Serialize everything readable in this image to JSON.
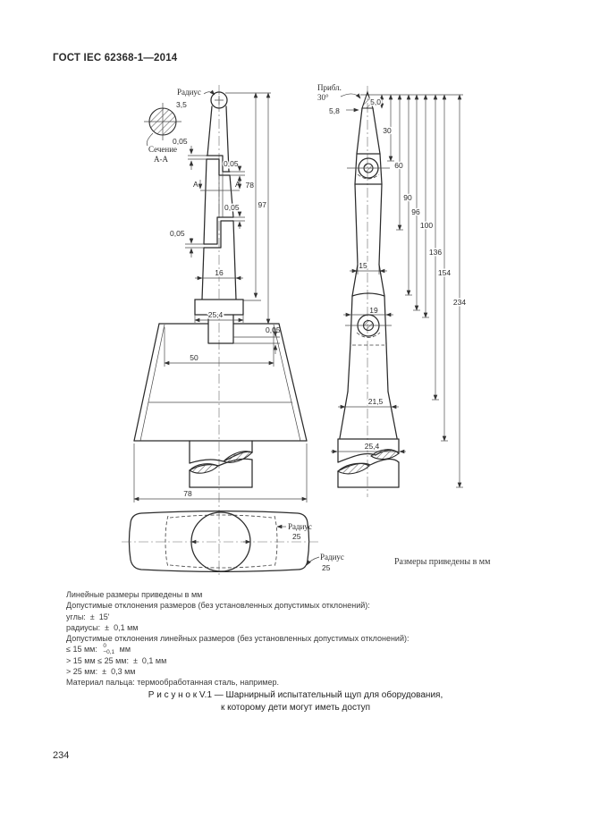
{
  "page": {
    "header": "ГОСТ IEC 62368-1—2014",
    "page_number": "234"
  },
  "drawing": {
    "units_note": "Размеры приведены в мм",
    "left_view": {
      "radius_label": "Радиус",
      "radius_value": "3,5",
      "section_label": "Сечение",
      "section_value": "А-А",
      "marker_a": "A",
      "tol": "0,05",
      "dim_78": "78",
      "dim_97": "97",
      "dim_16": "16",
      "dim_25_4": "25,4",
      "dim_50": "50",
      "dim_78_width": "78",
      "radius25_label": "Радиус",
      "radius25_value": "25"
    },
    "right_view": {
      "approx_label": "Прибл.",
      "approx_value": "30°",
      "dim_5_8": "5,8",
      "dim_5_0": "5,0",
      "chain": [
        "30",
        "60",
        "90",
        "96",
        "100",
        "136",
        "154",
        "234"
      ],
      "dim_15": "15",
      "dim_19": "19",
      "dim_21_5": "21,5",
      "dim_25_4": "25,4"
    }
  },
  "notes": {
    "lines": [
      "Линейные размеры приведены в мм",
      "Допустимые отклонения размеров (без установленных допустимых отклонений):",
      "углы:  ±  15'",
      "радиусы:  ±  0,1 мм",
      "Допустимые отклонения линейных размеров (без установленных допустимых отклонений):"
    ],
    "tol_le15_prefix": "≤ 15 мм: ",
    "tol_le15_sup": "0",
    "tol_le15_sub": "−0,1",
    "tol_le15_suffix": " мм",
    "lines2": [
      "> 15 мм ≤ 25 мм:  ±  0,1 мм",
      "> 25 мм:  ±  0,3 мм",
      "Материал пальца: термообработанная сталь, например."
    ]
  },
  "caption": {
    "line1": "Р и с у н о к  V.1 — Шарнирный испытательный щуп для оборудования,",
    "line2": "к которому дети могут иметь доступ"
  }
}
